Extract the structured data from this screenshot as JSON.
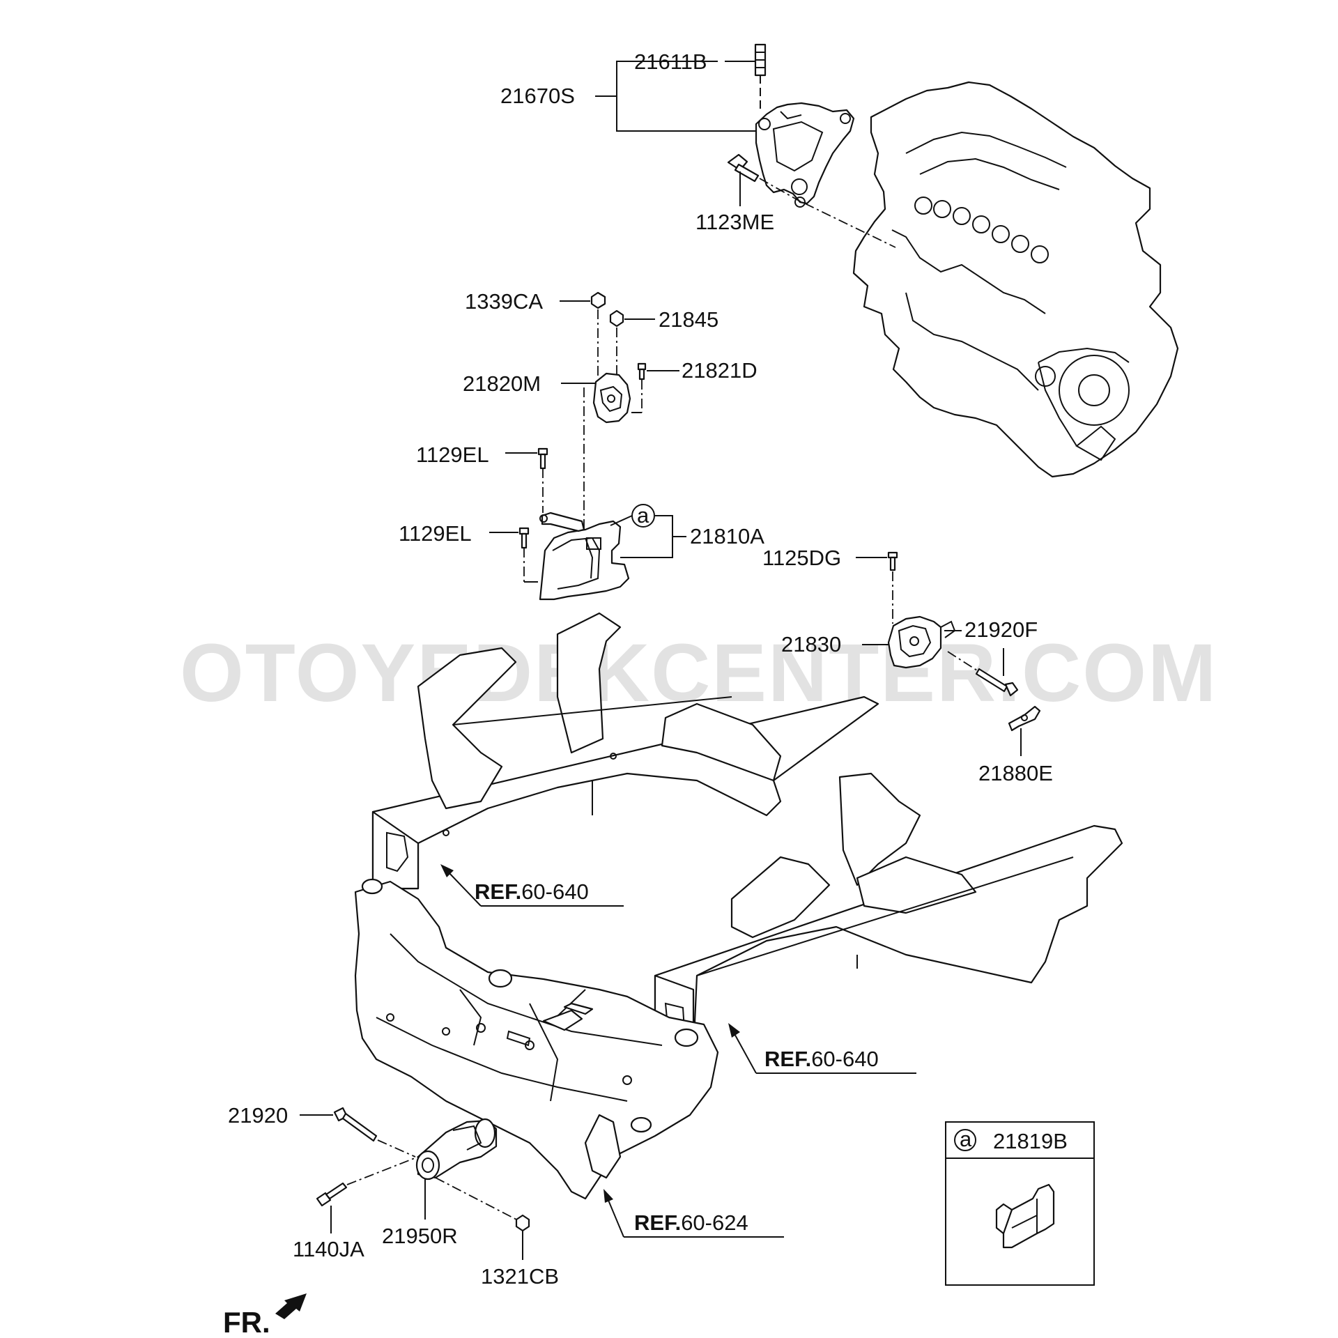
{
  "watermark": "OTOYEDEKCENTER.COM",
  "labels": {
    "p21611B": "21611B",
    "p21670S": "21670S",
    "p1123ME": "1123ME",
    "p1339CA": "1339CA",
    "p21845": "21845",
    "p21820M": "21820M",
    "p21821D": "21821D",
    "p1129EL_a": "1129EL",
    "p1129EL_b": "1129EL",
    "p21810A": "21810A",
    "p1125DG": "1125DG",
    "p21830": "21830",
    "p21920F": "21920F",
    "p21880E": "21880E",
    "p21920": "21920",
    "p21950R": "21950R",
    "p1140JA": "1140JA",
    "p1321CB": "1321CB"
  },
  "callout": {
    "marker": "a"
  },
  "refs": [
    {
      "prefix": "REF.",
      "code": "60-640"
    },
    {
      "prefix": "REF.",
      "code": "60-640"
    },
    {
      "prefix": "REF.",
      "code": "60-624"
    }
  ],
  "inset": {
    "marker": "a",
    "part": "21819B"
  },
  "direction": {
    "label": "FR."
  }
}
